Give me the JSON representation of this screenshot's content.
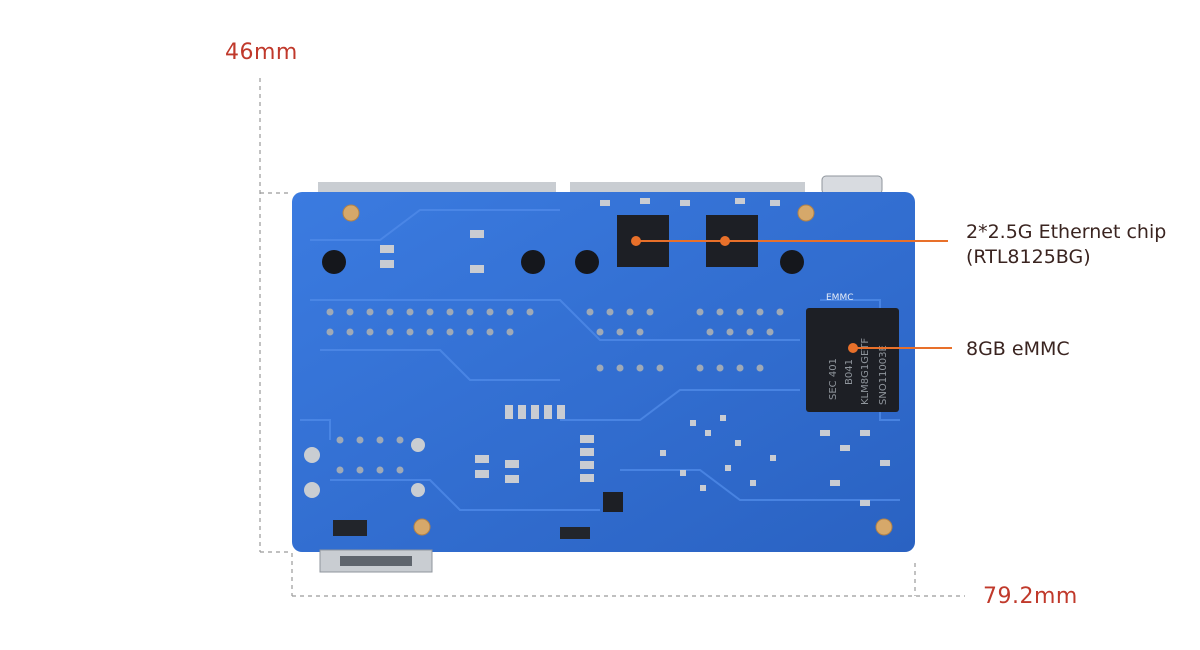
{
  "dimensions": {
    "height_label": "46mm",
    "width_label": "79.2mm"
  },
  "callouts": {
    "ethernet": {
      "line1": "2*2.5G Ethernet chip",
      "line2": "(RTL8125BG)"
    },
    "emmc": {
      "line1": "8GB eMMC"
    }
  },
  "board_markings": {
    "emmc_silkscreen": "EMMC",
    "emmc_chip_text": [
      "SEC 401",
      "B041",
      "KLM8G1GETF",
      "SNO11003E"
    ]
  },
  "colors": {
    "dimension_text": "#c0392b",
    "callout_line": "#e8702a",
    "pcb_blue": "#2f6fd0",
    "chip_black": "#1d1f25"
  }
}
